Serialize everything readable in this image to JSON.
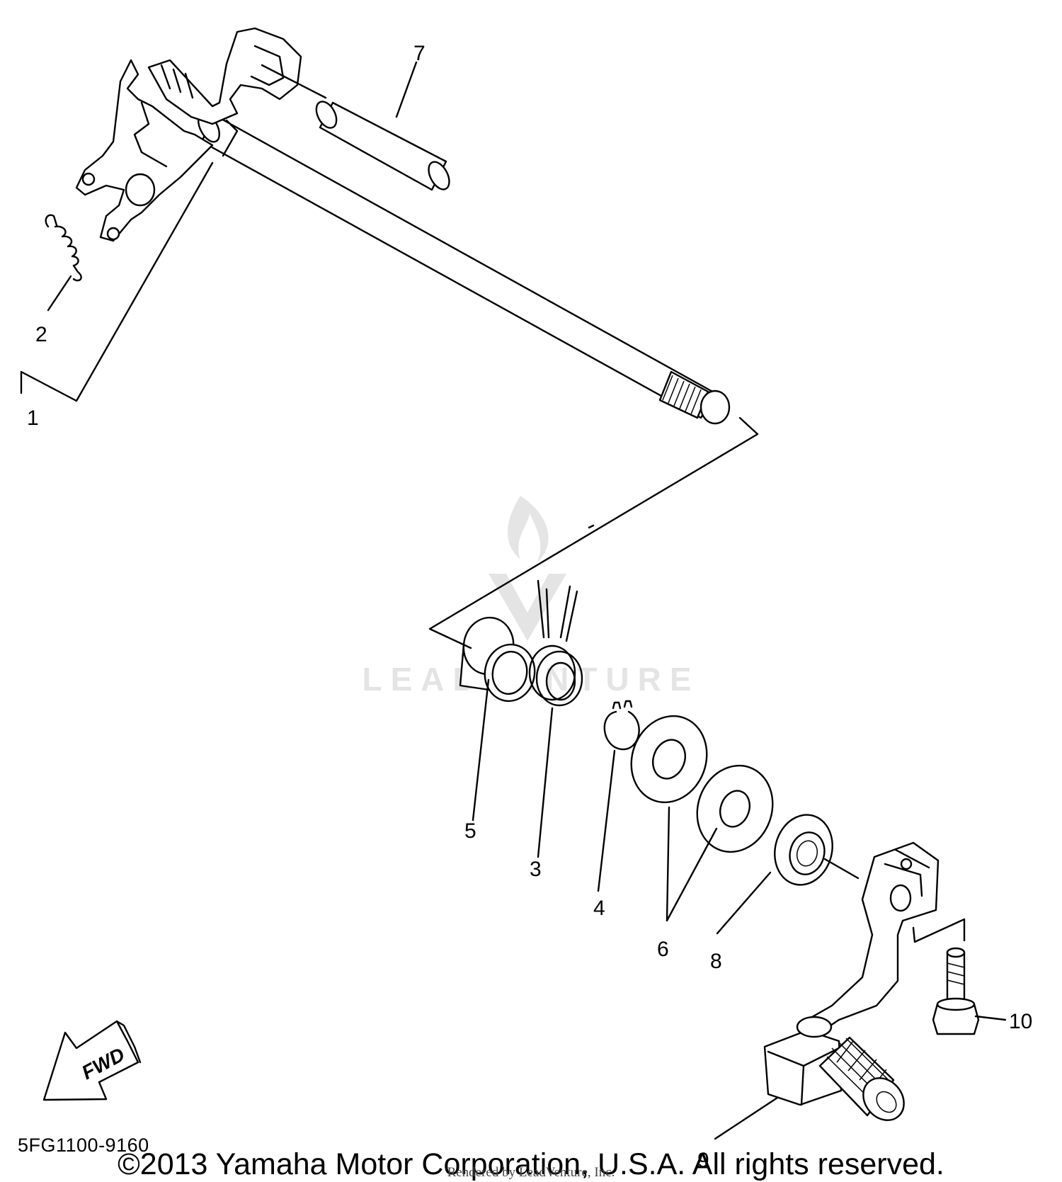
{
  "callouts": {
    "c1": "1",
    "c2": "2",
    "c3": "3",
    "c4": "4",
    "c5": "5",
    "c6": "6",
    "c7": "7",
    "c8": "8",
    "c9": "9",
    "c10": "10"
  },
  "fwd_arrow": {
    "label": "FWD"
  },
  "watermark": {
    "text": "LEADVENTURE",
    "icon": "flame-v-logo"
  },
  "diagram_code": "5FG1100-9160",
  "copyright": "©2013 Yamaha Motor Corporation, U.S.A. All rights reserved.",
  "rendered_by": "Rendered by LeadVenture, Inc.",
  "colors": {
    "ink": "#000000",
    "watermark": "#c8c8c8",
    "background": "#ffffff"
  }
}
